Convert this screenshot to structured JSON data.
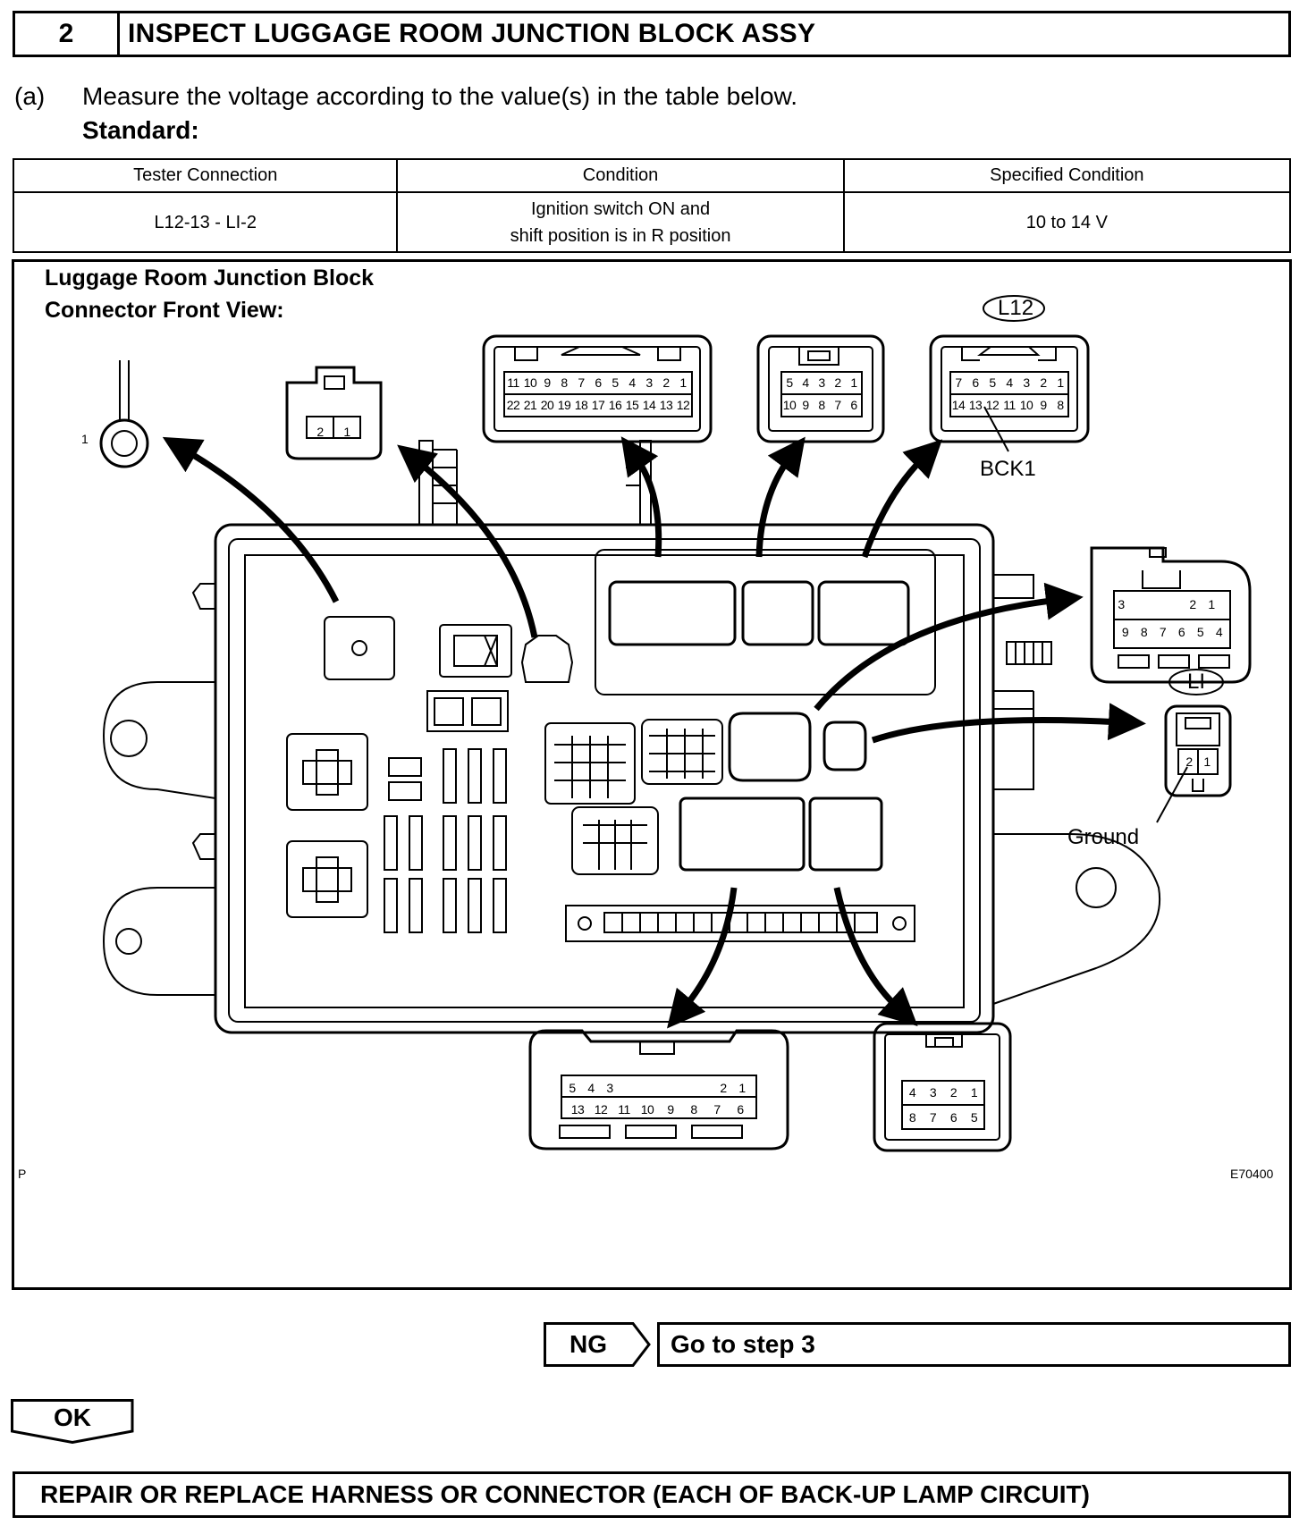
{
  "header": {
    "step_number": "2",
    "title": "INSPECT LUGGAGE ROOM JUNCTION BLOCK ASSY"
  },
  "instruction": {
    "label": "(a)",
    "text": "Measure the voltage according to the value(s) in the table below.",
    "standard_label": "Standard:"
  },
  "table": {
    "headers": [
      "Tester Connection",
      "Condition",
      "Specified Condition"
    ],
    "row": {
      "tester_connection": "L12-13 - LI-2",
      "condition_line1": "Ignition switch ON and",
      "condition_line2": "shift position is in R position",
      "specified": "10 to 14 V"
    }
  },
  "diagram": {
    "title_line1": "Luggage Room Junction Block",
    "title_line2": "Connector Front View:",
    "terminal_label": "1",
    "connector_l12_label": "L12",
    "connector_li_label": "LI",
    "bck1_label": "BCK1",
    "ground_label": "Ground",
    "corner_left": "P",
    "figure_code": "E70400",
    "pins_2p_left": [
      "2",
      "1"
    ],
    "pins_22p_top": [
      "11",
      "10",
      "9",
      "8",
      "7",
      "6",
      "5",
      "4",
      "3",
      "2",
      "1"
    ],
    "pins_22p_bottom": [
      "22",
      "21",
      "20",
      "19",
      "18",
      "17",
      "16",
      "15",
      "14",
      "13",
      "12"
    ],
    "pins_10p_top": [
      "5",
      "4",
      "3",
      "2",
      "1"
    ],
    "pins_10p_bottom": [
      "10",
      "9",
      "8",
      "7",
      "6"
    ],
    "pins_l12_top": [
      "7",
      "6",
      "5",
      "4",
      "3",
      "2",
      "1"
    ],
    "pins_l12_bottom": [
      "14",
      "13",
      "12",
      "11",
      "10",
      "9",
      "8"
    ],
    "pins_9p_top": [
      "3",
      "2",
      "1"
    ],
    "pins_9p_bottom": [
      "9",
      "8",
      "7",
      "6",
      "5",
      "4"
    ],
    "pins_li": [
      "2",
      "1"
    ],
    "pins_13p_top": [
      "5",
      "4",
      "3",
      "2",
      "1"
    ],
    "pins_13p_bottom": [
      "13",
      "12",
      "11",
      "10",
      "9",
      "8",
      "7",
      "6"
    ],
    "pins_8p_top": [
      "4",
      "3",
      "2",
      "1"
    ],
    "pins_8p_bottom": [
      "8",
      "7",
      "6",
      "5"
    ]
  },
  "results": {
    "ng_label": "NG",
    "ng_action": "Go to step 3",
    "ok_label": "OK",
    "final_action": "REPAIR OR REPLACE HARNESS OR CONNECTOR (EACH OF BACK-UP LAMP CIRCUIT)"
  }
}
